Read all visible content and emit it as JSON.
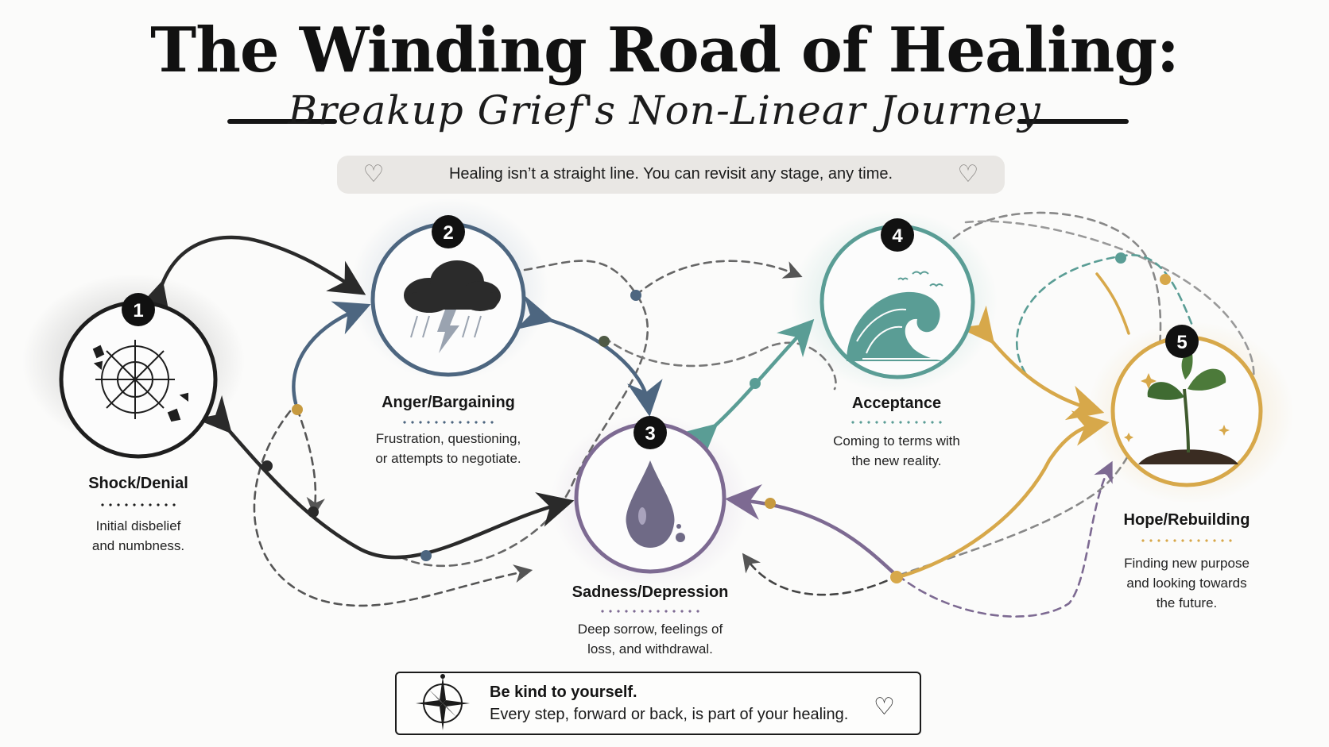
{
  "header": {
    "title": "The Winding Road of Healing:",
    "subtitle": "Breakup Grief's Non-Linear Journey"
  },
  "banner": {
    "text": "Healing isn’t a straight line. You can revisit any stage, any time."
  },
  "stages": [
    {
      "number": "1",
      "title": "Shock/Denial",
      "description_lines": [
        "Initial disbelief",
        "and numbness."
      ],
      "icon": "shattered-glass-icon",
      "color": "#1e1e1e"
    },
    {
      "number": "2",
      "title": "Anger/Bargaining",
      "description_lines": [
        "Frustration, questioning,",
        "or attempts to negotiate."
      ],
      "icon": "storm-cloud-icon",
      "color": "#4d6680"
    },
    {
      "number": "3",
      "title": "Sadness/Depression",
      "description_lines": [
        "Deep sorrow, feelings of",
        "loss, and withdrawal."
      ],
      "icon": "teardrop-icon",
      "color": "#7d6a92"
    },
    {
      "number": "4",
      "title": "Acceptance",
      "description_lines": [
        "Coming to terms with",
        "the new reality."
      ],
      "icon": "wave-icon",
      "color": "#5a9d95"
    },
    {
      "number": "5",
      "title": "Hope/Rebuilding",
      "description_lines": [
        "Finding new purpose",
        "and looking towards",
        "the future."
      ],
      "icon": "sprout-icon",
      "color": "#d7a84a"
    }
  ],
  "callout": {
    "heading": "Be kind to yourself.",
    "text": "Every step, forward or back, is part of your healing.",
    "icon": "compass-rose-icon",
    "end_icon": "heart-icon"
  },
  "banner_icons": [
    "heart-outline-icon",
    "heart-outline-icon"
  ]
}
